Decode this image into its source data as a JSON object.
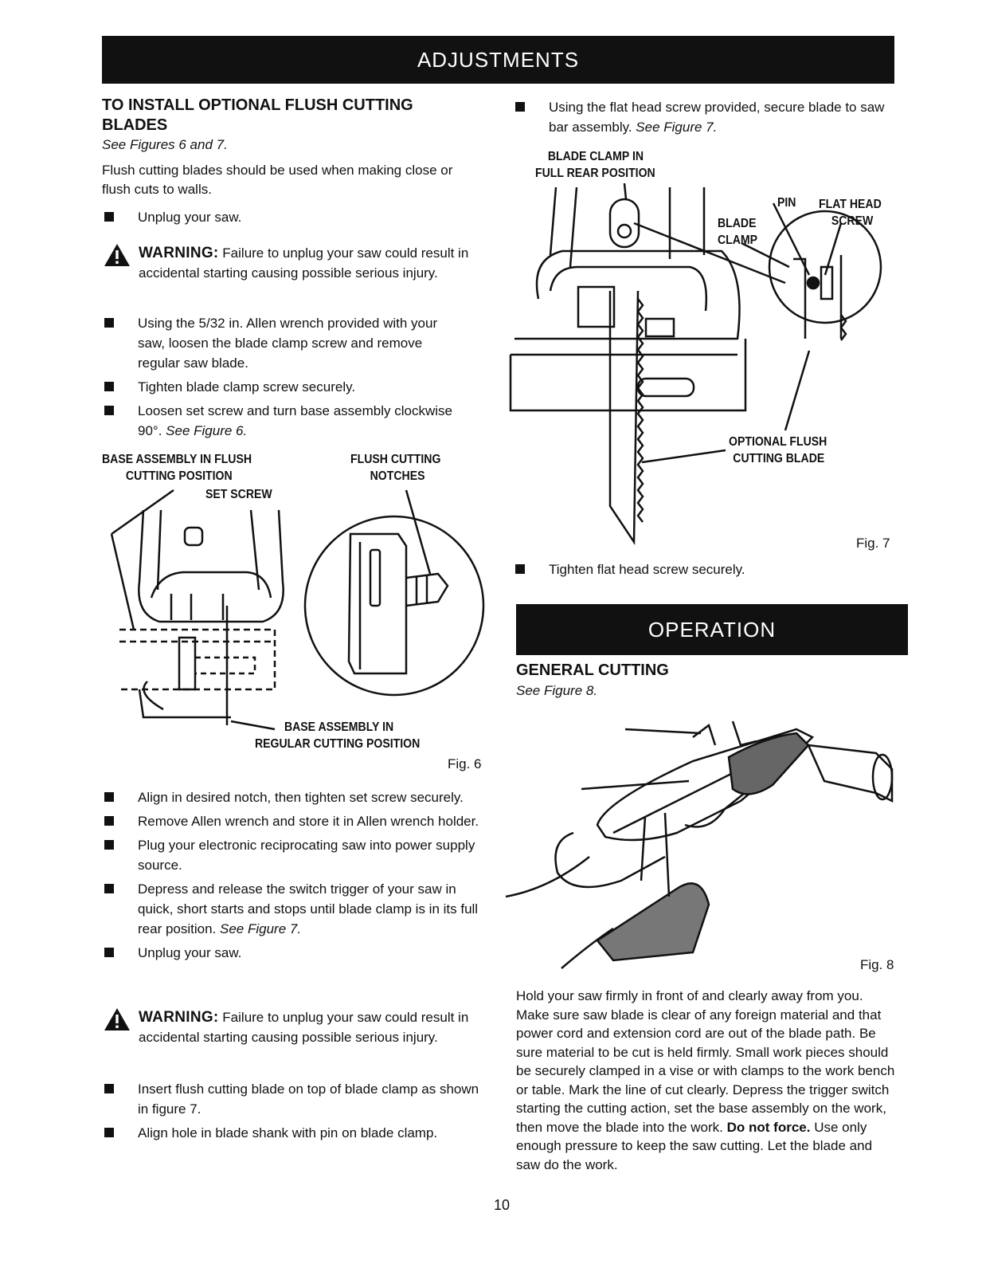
{
  "banners": {
    "adjustments": "ADJUSTMENTS",
    "operation": "OPERATION"
  },
  "left": {
    "heading_line1": "TO INSTALL OPTIONAL FLUSH CUTTING",
    "heading_line2": "BLADES",
    "see": "See Figures 6 and 7.",
    "intro": "Flush cutting blades should be used when making close or flush cuts to walls.",
    "bullet_unplug": "Unplug your saw.",
    "warning_label": "WARNING:",
    "warning_text": "Failure to unplug your saw could result in accidental starting causing possible serious injury.",
    "bullets_a": [
      "Using the 5/32 in. Allen wrench provided with your saw, loosen the blade clamp screw and remove regular saw blade.",
      "Tighten blade clamp screw securely."
    ],
    "bullet_c_text": "Loosen set screw and turn base assembly clockwise 90°.",
    "bullet_c_ref": "See Figure 6.",
    "bullets_b": [
      "Align in desired notch, then tighten set screw securely.",
      "Remove Allen wrench and store it in Allen wrench holder.",
      "Plug your electronic reciprocating saw into power supply source."
    ],
    "bullet_d_text": "Depress and release the switch trigger of your saw in quick, short starts and stops until blade clamp is in its full rear position.",
    "bullet_d_ref": "See Figure 7.",
    "bullet_unplug2": "Unplug your saw.",
    "warning2_label": "WARNING:",
    "warning2_text": "Failure to unplug your saw could result in accidental starting causing possible serious injury.",
    "bullets_c": [
      "Insert flush cutting blade on top of blade clamp as shown in figure 7.",
      "Align hole in blade shank with pin on blade clamp."
    ]
  },
  "fig6": {
    "label": "Fig. 6",
    "callout_base_flush_1": "BASE ASSEMBLY IN FLUSH",
    "callout_base_flush_2": "CUTTING POSITION",
    "callout_set_screw": "SET SCREW",
    "callout_notches_1": "FLUSH CUTTING",
    "callout_notches_2": "NOTCHES",
    "callout_base_regular_1": "BASE ASSEMBLY IN",
    "callout_base_regular_2": "REGULAR CUTTING POSITION"
  },
  "right": {
    "bullet_secure_text": "Using the flat head screw provided, secure blade to saw bar assembly.",
    "bullet_secure_ref": "See Figure 7.",
    "bullet_tighten": "Tighten flat head screw securely.",
    "general_heading": "GENERAL CUTTING",
    "general_see": "See Figure 8.",
    "body_1": "Hold your saw firmly in front of and clearly away from you. Make sure saw blade is clear of any foreign material and that power cord and extension cord are out of the blade path. Be sure material to be cut is held firmly. Small work pieces should be securely clamped in a vise or with clamps to the work bench or table. Mark the line of cut clearly. Depress the trigger switch starting the cutting action, set the base assembly on the work, then move the blade into the work.",
    "body_bold": "Do not force.",
    "body_2": "Use only enough pressure to keep the saw cutting. Let the blade and saw do the work."
  },
  "fig7": {
    "label": "Fig. 7",
    "callout_clamp_1": "BLADE CLAMP IN",
    "callout_clamp_2": "FULL REAR POSITION",
    "callout_pin": "PIN",
    "callout_flathead_1": "FLAT HEAD",
    "callout_flathead_2": "SCREW",
    "callout_blade_clamp_1": "BLADE",
    "callout_blade_clamp_2": "CLAMP",
    "callout_flush_blade_1": "OPTIONAL FLUSH",
    "callout_flush_blade_2": "CUTTING BLADE"
  },
  "fig8": {
    "label": "Fig. 8"
  },
  "page_number": "10"
}
